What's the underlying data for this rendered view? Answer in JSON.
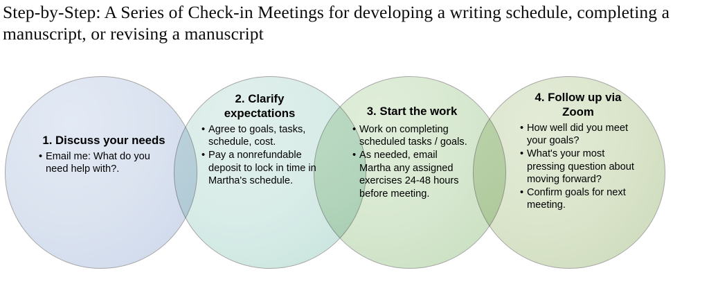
{
  "slide": {
    "title": "Step-by-Step: A Series of Check-in Meetings for developing a writing schedule, completing a manuscript, or revising a manuscript",
    "background_color": "#ffffff",
    "text_color": "#000000"
  },
  "diagram": {
    "type": "overlapping-circles",
    "circle_count": 4,
    "steps": [
      {
        "number": "1",
        "title": "1. Discuss your needs",
        "fill_color": "#dbe3f0",
        "outline_color": "#a6a6a6",
        "bullets": [
          "Email me: What  do you need help with?."
        ]
      },
      {
        "number": "2",
        "title": "2. Clarify expectations",
        "fill_color": "#d8ece8",
        "outline_color": "#a6a6a6",
        "bullets": [
          "Agree to goals, tasks, schedule, cost.",
          "Pay a nonrefundable deposit to lock in time in Martha's schedule."
        ]
      },
      {
        "number": "3",
        "title": "3. Start the work",
        "fill_color": "#d7e8d0",
        "outline_color": "#a6a6a6",
        "bullets": [
          "Work on completing scheduled tasks / goals.",
          "As needed, email Martha any assigned exercises 24-48 hours before meeting."
        ]
      },
      {
        "number": "4",
        "title": "4. Follow up via Zoom",
        "fill_color": "#dbe5cc",
        "outline_color": "#a6a6a6",
        "bullets": [
          "How well did you meet your goals?",
          "What's your most pressing question about moving forward?",
          "Confirm goals for next meeting."
        ]
      }
    ]
  }
}
